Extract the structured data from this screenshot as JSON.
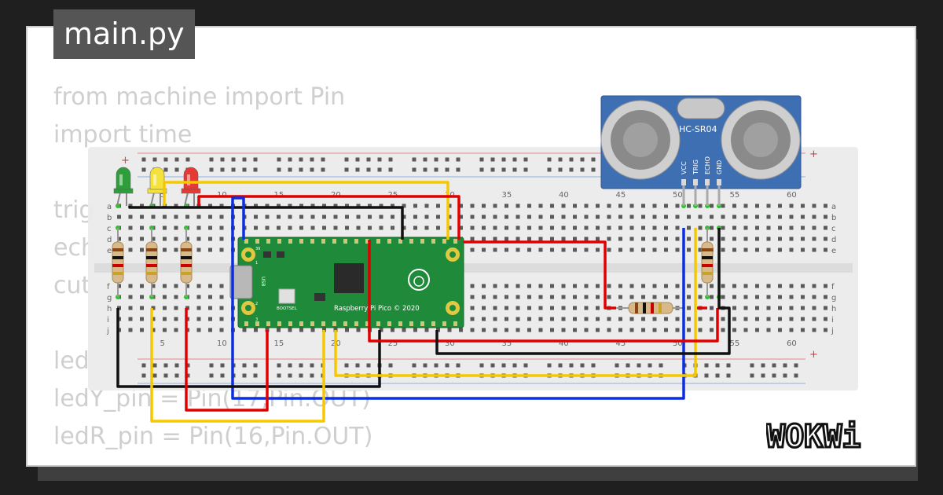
{
  "file_tab": {
    "label": "main.py"
  },
  "code_lines": [
    "from machine import Pin",
    "import time",
    "",
    "trig",
    "ech",
    "cut",
    "",
    "led",
    "ledY_pin = Pin(17,Pin.OUT)",
    "ledR_pin = Pin(16,Pin.OUT)"
  ],
  "sensor": {
    "label": "HC-SR04",
    "pins": [
      "VCC",
      "TRIG",
      "ECHO",
      "GND"
    ]
  },
  "pico": {
    "brand": "Raspberry Pi Pico © 2020",
    "usb_label": "USB",
    "bootsel_label": "BOOTSEL",
    "pin_labels": [
      "1",
      "39",
      "2",
      "3"
    ]
  },
  "breadboard": {
    "column_numbers": [
      "5",
      "10",
      "15",
      "20",
      "25",
      "30",
      "35",
      "40",
      "45",
      "50",
      "55",
      "60"
    ],
    "row_letters_top": [
      "a",
      "b",
      "c",
      "d",
      "e"
    ],
    "row_letters_bottom": [
      "f",
      "g",
      "h",
      "i",
      "j"
    ],
    "rail_plus": "+",
    "rail_minus": "-"
  },
  "leds": [
    {
      "color": "green",
      "hex": "#2e9e3c"
    },
    {
      "color": "yellow",
      "hex": "#f4e23a"
    },
    {
      "color": "red",
      "hex": "#e53935"
    }
  ],
  "wire_colors": {
    "red": "#e00000",
    "black": "#111111",
    "yellow": "#f5c800",
    "blue": "#0a2ee0"
  },
  "logo": {
    "text": "WOKWi"
  }
}
